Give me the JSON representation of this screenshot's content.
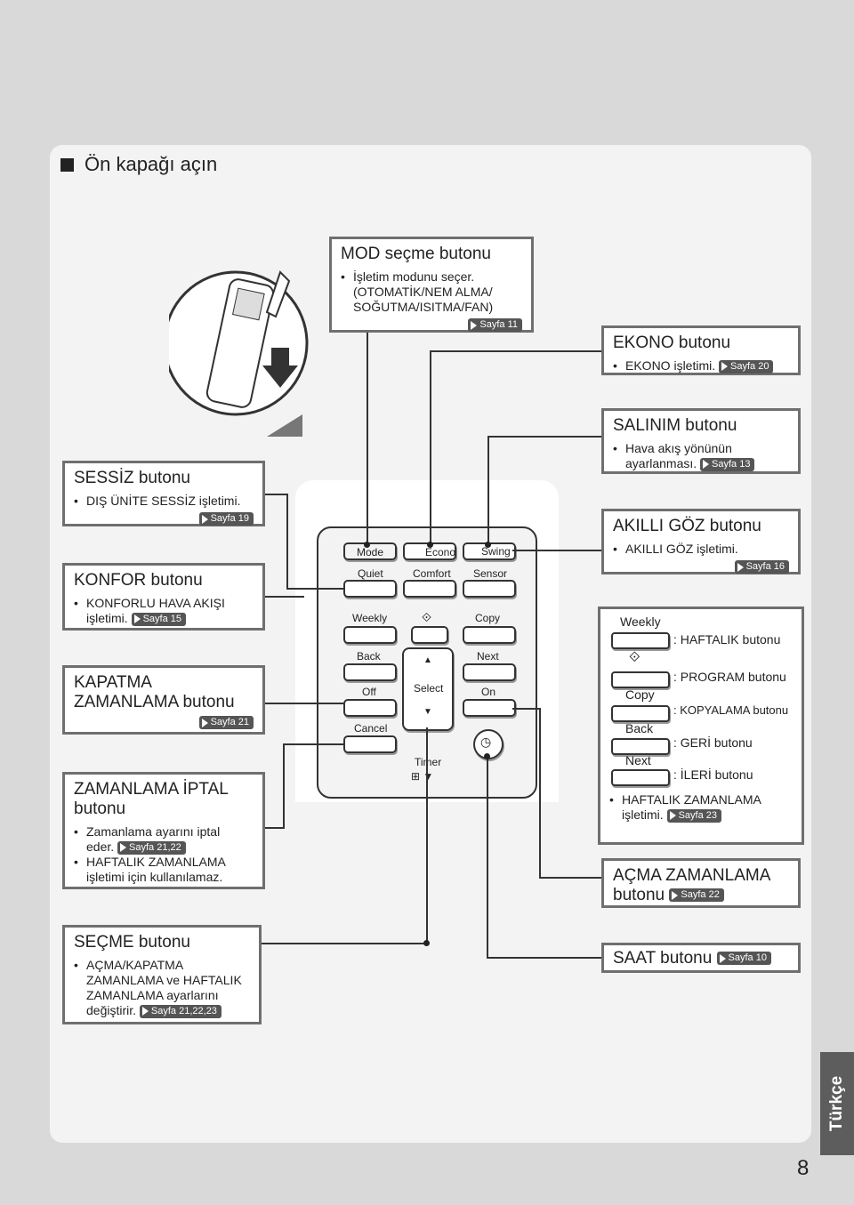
{
  "heading": "Ön kapağı açın",
  "mod": {
    "title": "MOD seçme butonu",
    "l1": "İşletim modunu seçer.",
    "l2": "(OTOMATİK/NEM ALMA/",
    "l3": "SOĞUTMA/ISITMA/FAN)",
    "ref": "Sayfa 11"
  },
  "ekono": {
    "title": "EKONO butonu",
    "text": "EKONO işletimi.",
    "ref": "Sayfa 20"
  },
  "salinim": {
    "title": "SALINIM butonu",
    "l1": "Hava akış yönünün",
    "l2": "ayarlanması.",
    "ref": "Sayfa 13"
  },
  "akilli": {
    "title": "AKILLI GÖZ butonu",
    "text": "AKILLI GÖZ işletimi.",
    "ref": "Sayfa 16"
  },
  "sessiz": {
    "title": "SESSİZ butonu",
    "text": "DIŞ ÜNİTE SESSİZ işletimi.",
    "ref": "Sayfa 19"
  },
  "konfor": {
    "title": "KONFOR butonu",
    "l1": "KONFORLU HAVA AKIŞI",
    "l2": "işletimi.",
    "ref": "Sayfa 15"
  },
  "kapatma": {
    "l1": "KAPATMA",
    "l2": "ZAMANLAMA butonu",
    "ref": "Sayfa 21"
  },
  "iptal": {
    "l1": "ZAMANLAMA İPTAL",
    "l2": "butonu",
    "b1a": "Zamanlama ayarını iptal",
    "b1b": "eder.",
    "ref": "Sayfa 21,22",
    "b2a": "HAFTALIK ZAMANLAMA",
    "b2b": "işletimi için kullanılamaz."
  },
  "secme": {
    "title": "SEÇME butonu",
    "l1": "AÇMA/KAPATMA",
    "l2": "ZAMANLAMA ve HAFTALIK",
    "l3": "ZAMANLAMA ayarlarını",
    "l4": "değiştirir.",
    "ref": "Sayfa 21,22,23"
  },
  "weekly": {
    "weekly": "Weekly",
    "program": ": PROGRAM butonu",
    "haftalik": ": HAFTALIK butonu",
    "copy": "Copy",
    "kopyalama": ": KOPYALAMA butonu",
    "back": "Back",
    "geri": ": GERİ butonu",
    "next": "Next",
    "ileri": ": İLERİ butonu",
    "b1": "HAFTALIK ZAMANLAMA",
    "b2": "işletimi.",
    "ref": "Sayfa 23"
  },
  "acma": {
    "l1": "AÇMA ZAMANLAMA",
    "l2": "butonu",
    "ref": "Sayfa 22"
  },
  "saat": {
    "title": "SAAT butonu",
    "ref": "Sayfa 10"
  },
  "remote": {
    "mode": "Mode",
    "econo": "Econo",
    "swing": "Swing",
    "quiet": "Quiet",
    "comfort": "Comfort",
    "sensor": "Sensor",
    "weekly": "Weekly",
    "copy": "Copy",
    "back": "Back",
    "next": "Next",
    "off": "Off",
    "on": "On",
    "select": "Select",
    "cancel": "Cancel",
    "timer": "Timer"
  },
  "tab": "Türkçe",
  "page": "8",
  "icons": [
    "program-icon",
    "clock-icon",
    "arrow-up-icon",
    "arrow-down-icon",
    "down-arrow-icon"
  ]
}
